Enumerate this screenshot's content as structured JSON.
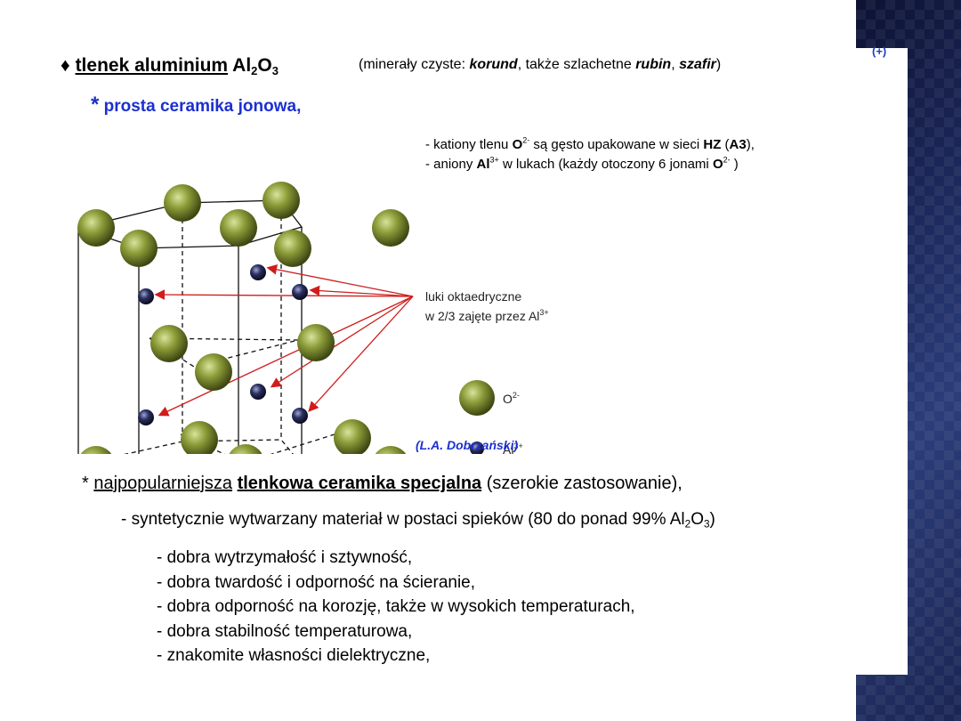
{
  "title": {
    "bullet": "♦",
    "text": "tlenek aluminium",
    "formula": "Al",
    "sub1": "2",
    "o": "O",
    "sub2": "3"
  },
  "minerals": {
    "prefix": "(minerały czyste: ",
    "korund": "korund",
    "mid": ", także szlachetne ",
    "rubin": "rubin",
    "comma": ", ",
    "szafir": "szafir",
    "suffix": ")"
  },
  "corner_mark": "(+)",
  "subtitle": {
    "star": "*",
    "text": "prosta ceramika jonowa,"
  },
  "notes": {
    "l1_a": "- kationy tlenu ",
    "l1_o": "O",
    "l1_o_sup": "2-",
    "l1_b": "  są gęsto upakowane w sieci ",
    "l1_hz": "HZ",
    "l1_c": " (",
    "l1_a3": "A3",
    "l1_d": "),",
    "l2_a": "- aniony ",
    "l2_al": "Al",
    "l2_al_sup": "3+",
    "l2_b": "  w lukach (każdy otoczony 6 jonami ",
    "l2_o": "O",
    "l2_o_sup": "2-",
    "l2_c": " )"
  },
  "diagram": {
    "label_l1": "luki oktaedryczne",
    "label_l2": "w 2/3 zajęte przez Al",
    "label_l2_sup": "3+",
    "legend_o": "O",
    "legend_o_sup": "2-",
    "legend_al": "Al",
    "legend_al_sup": "3+",
    "colors": {
      "oxygen": "#7b8c2e",
      "aluminium": "#1b1e3d",
      "arrow": "#d01c1c"
    }
  },
  "author": "(L.A. Dobrzański)",
  "main": {
    "star": "*",
    "u1": "najpopularniejsza",
    "sp": " ",
    "u2": "tlenkowa ceramika specjalna",
    "rest": " (szerokie zastosowanie),"
  },
  "line2": {
    "a": "- syntetycznie wytwarzany materiał w postaci spieków (80 do ponad 99% Al",
    "s1": "2",
    "o": "O",
    "s2": "3",
    "b": ")"
  },
  "properties": [
    "- dobra wytrzymałość i sztywność,",
    "- dobra twardość i odporność na ścieranie,",
    "- dobra odporność na korozję, także w wysokich temperaturach,",
    "- dobra stabilność temperaturowa,",
    "- znakomite własności dielektryczne,"
  ]
}
